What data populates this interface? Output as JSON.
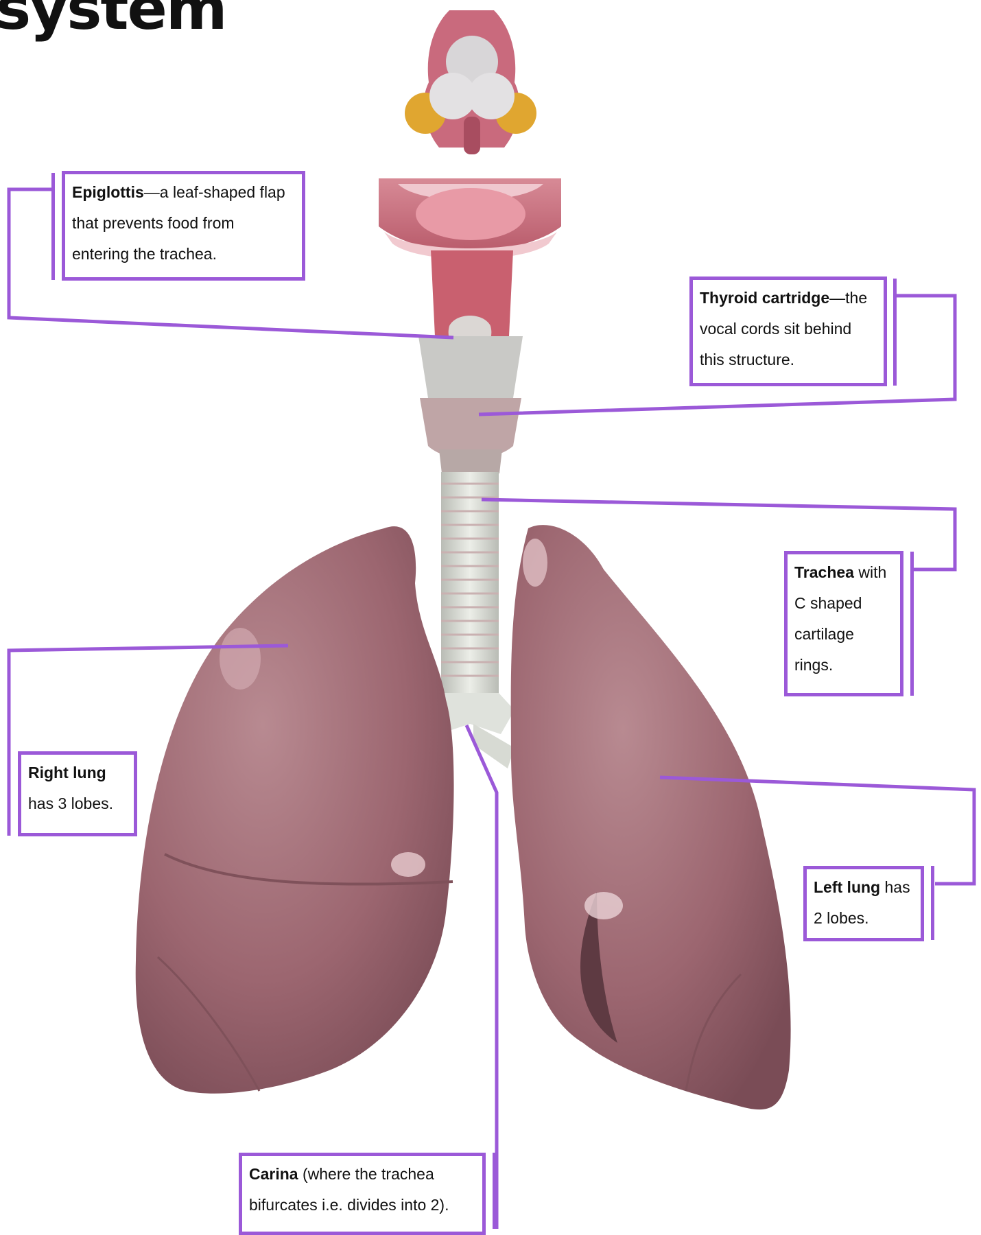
{
  "title": "system",
  "labels": {
    "epiglottis": {
      "term": "Epiglottis",
      "text": "—a leaf-shaped flap that prevents food from entering the trachea."
    },
    "thyroid": {
      "term": "Thyroid cartridge",
      "text": "—the vocal cords sit behind this structure."
    },
    "trachea": {
      "term": "Trachea",
      "text": " with C shaped cartilage rings."
    },
    "right_lung": {
      "term": "Right lung",
      "text": " has 3 lobes."
    },
    "left_lung": {
      "term": "Left lung",
      "text": " has 2 lobes."
    },
    "carina": {
      "term": "Carina",
      "text": " (where the trachea bifurcates i.e. divides into 2)."
    }
  },
  "colors": {
    "accent": "#9b59d8",
    "tissue": "#c46f7c",
    "lung": "#9c6670",
    "cartilage": "#d9dcd6"
  }
}
